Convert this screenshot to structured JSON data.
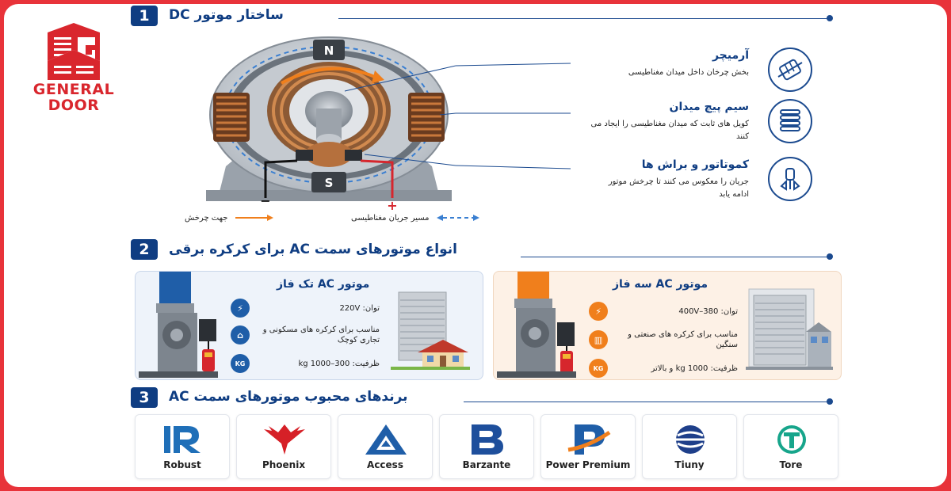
{
  "logo": {
    "line1": "GENERAL",
    "line2": "DOOR"
  },
  "section1": {
    "number": "1",
    "title": "ساختار موتور DC"
  },
  "motor": {
    "north": "N",
    "south": "S",
    "minus": "−",
    "plus": "+"
  },
  "features": [
    {
      "title": "آرمیچر",
      "desc": "بخش چرخان داخل میدان مغناطیسی",
      "icon": "armature-icon"
    },
    {
      "title": "سیم پیچ میدان",
      "desc": "کویل های ثابت که میدان مغناطیسی را ایجاد می کنند",
      "icon": "coil-icon"
    },
    {
      "title": "کموتاتور و براش ها",
      "desc": "جریان را معکوس می کنند تا چرخش موتور ادامه یابد",
      "icon": "commutator-icon"
    }
  ],
  "legend": {
    "rotation": "جهت چرخش",
    "magnetic": "مسیر جریان مغناطیسی"
  },
  "section2": {
    "number": "2",
    "title": "انواع موتورهای سمت AC برای کرکره برقی"
  },
  "cards": [
    {
      "title": "موتور AC تک فاز",
      "rows": [
        {
          "icon": "power-icon",
          "text": "توان: 220V"
        },
        {
          "icon": "home-icon",
          "text": "مناسب برای کرکره های مسکونی و تجاری کوچک"
        },
        {
          "icon": "kg-icon",
          "icon_text": "KG",
          "text": "ظرفیت: 300–1000 kg"
        }
      ]
    },
    {
      "title": "موتور AC سه فاز",
      "rows": [
        {
          "icon": "power-icon",
          "text": "توان: 380–400V"
        },
        {
          "icon": "factory-icon",
          "text": "مناسب برای کرکره های صنعتی و سنگین"
        },
        {
          "icon": "kg-icon",
          "icon_text": "KG",
          "text": "ظرفیت: 1000 kg و بالاتر"
        }
      ]
    }
  ],
  "section3": {
    "number": "3",
    "title": "برندهای محبوب موتورهای سمت AC"
  },
  "brands": [
    {
      "name": "Robust",
      "color": "#1f6fb8"
    },
    {
      "name": "Phoenix",
      "color": "#d62027"
    },
    {
      "name": "Access",
      "color": "#1f5ea8"
    },
    {
      "name": "Barzante",
      "color": "#1e4f9c"
    },
    {
      "name": "Power Premium",
      "color": "#f07f1c"
    },
    {
      "name": "Tiuny",
      "color": "#1e3f8a"
    },
    {
      "name": "Tore",
      "color": "#17a58b"
    }
  ],
  "colors": {
    "primary": "#0f3d82",
    "accent": "#f07f1c",
    "frame": "#e8333a"
  }
}
